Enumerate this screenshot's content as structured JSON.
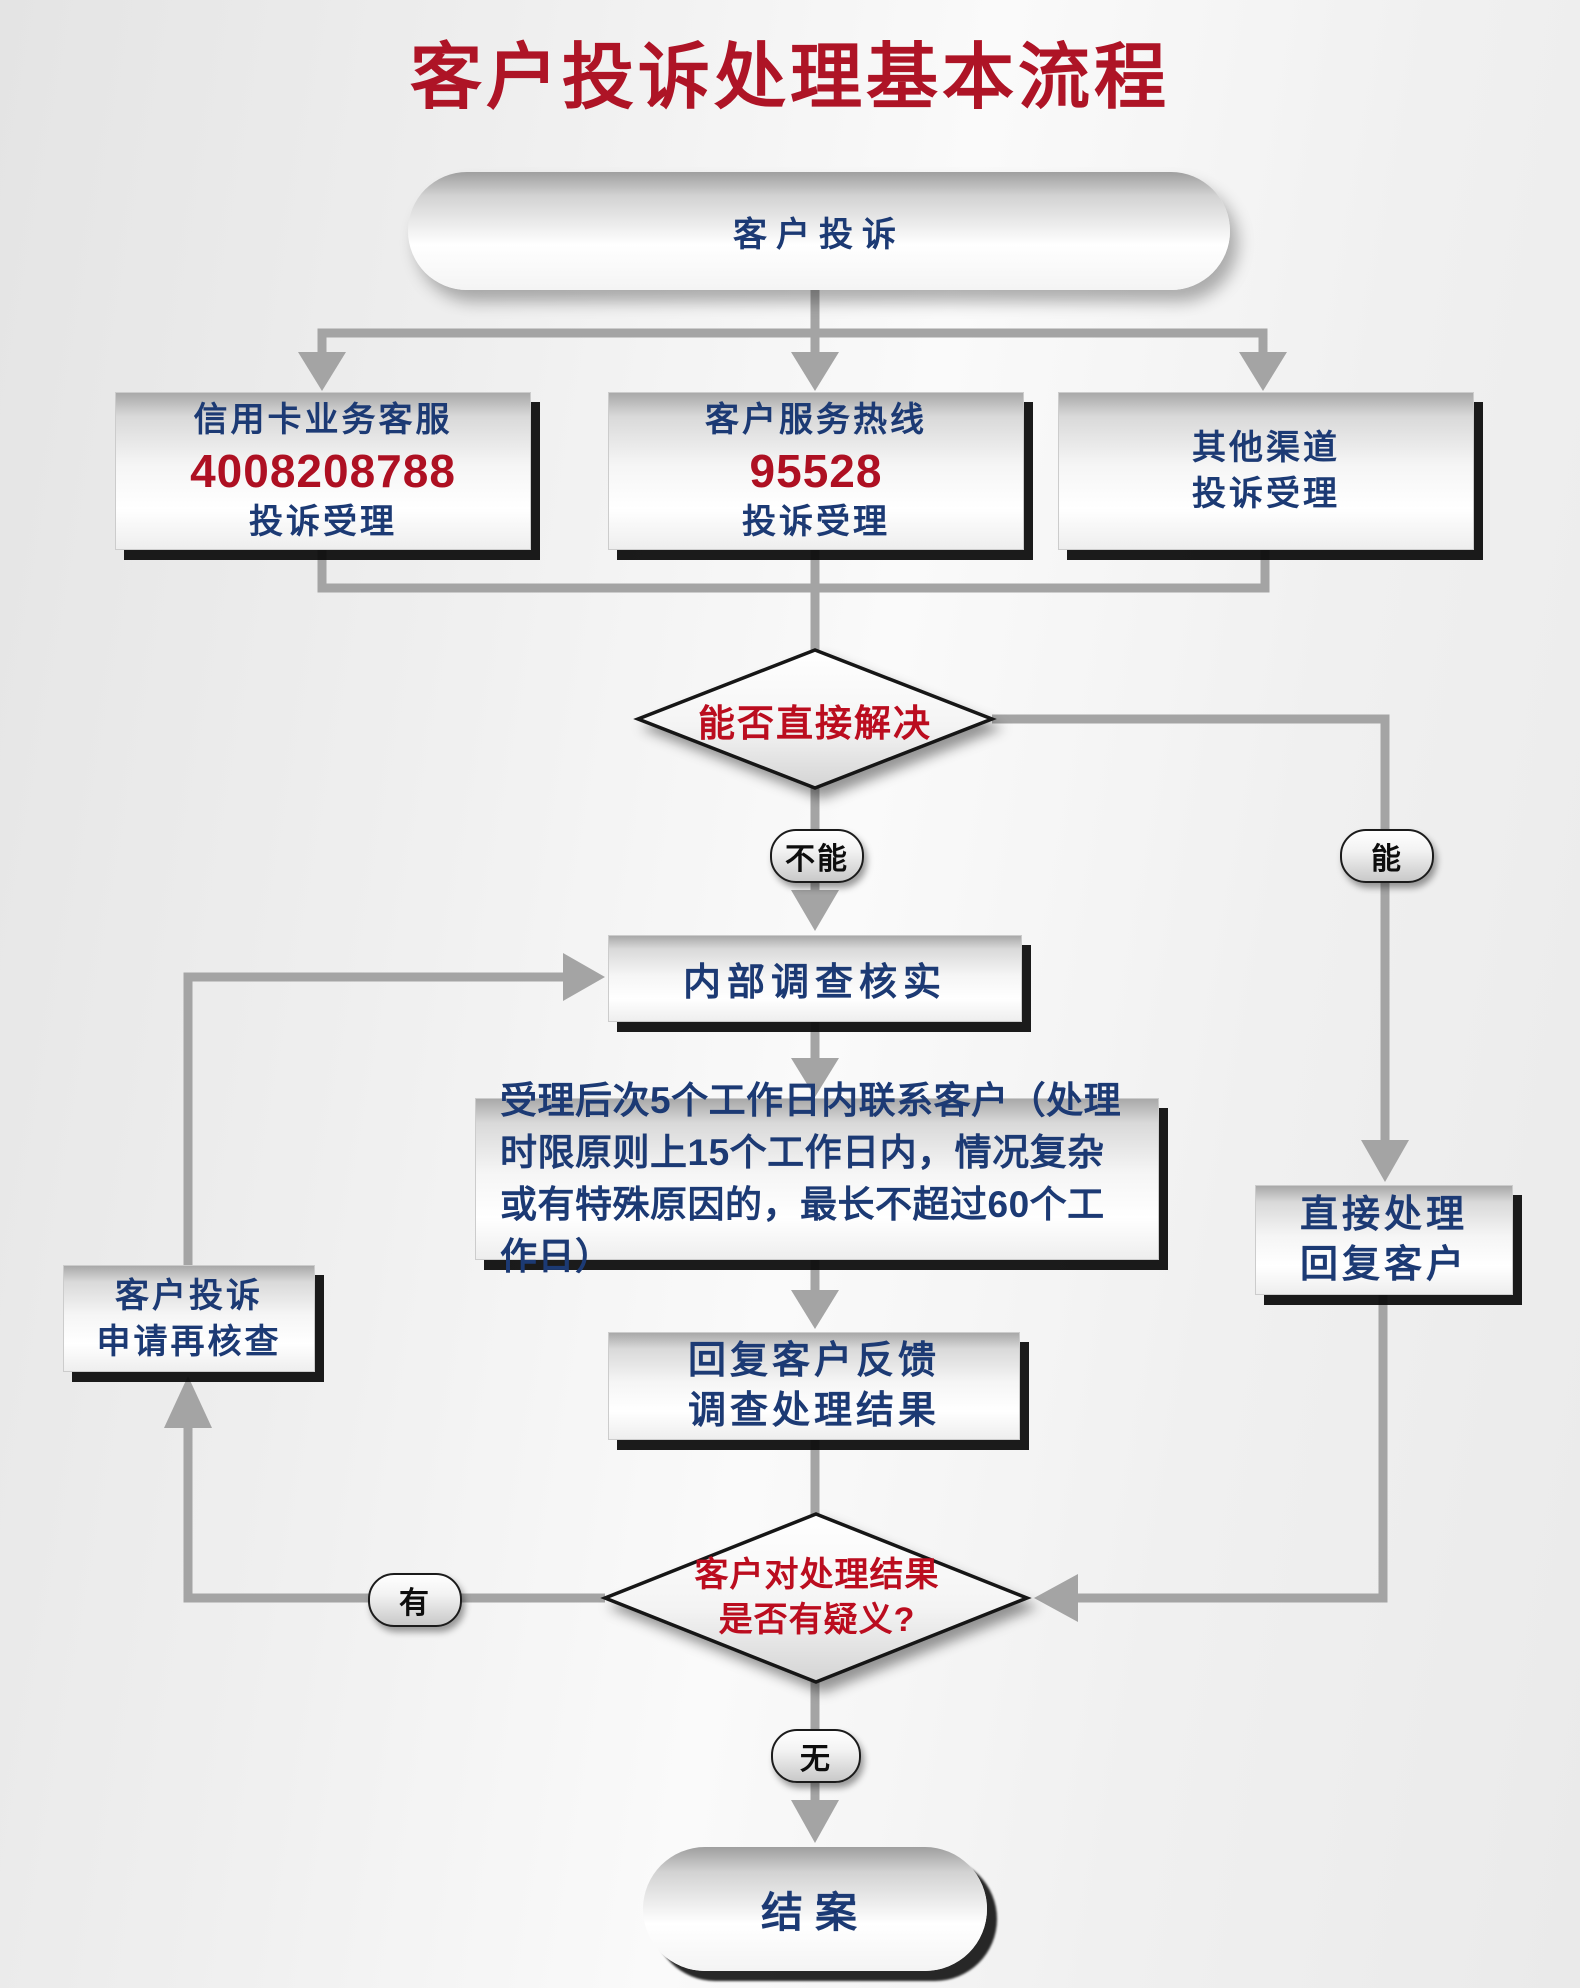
{
  "title": "客户投诉处理基本流程",
  "colors": {
    "title_red": "#ae1426",
    "text_navy": "#1c3a74",
    "number_red": "#ae1022",
    "decision_red": "#bb0d1f",
    "arrow_gray": "#a4a4a4"
  },
  "flow": {
    "start": "客户投诉",
    "channels": [
      {
        "line1": "信用卡业务客服",
        "highlight": "4008208788",
        "line2": "投诉受理"
      },
      {
        "line1": "客户服务热线",
        "highlight": "95528",
        "line2": "投诉受理"
      },
      {
        "line1": "其他渠道",
        "line2": "投诉受理"
      }
    ],
    "decision1": "能否直接解决",
    "branch_cannot": "不能",
    "branch_can": "能",
    "internal_check": "内部调查核实",
    "contact_policy": "受理后次5个工作日内联系客户（处理时限原则上15个工作日内，情况复杂或有特殊原因的，最长不超过60个工作日）",
    "recheck_line1": "客户投诉",
    "recheck_line2": "申请再核查",
    "reply_line1": "回复客户反馈",
    "reply_line2": "调查处理结果",
    "direct_line1": "直接处理",
    "direct_line2": "回复客户",
    "decision2_line1": "客户对处理结果",
    "decision2_line2": "是否有疑义?",
    "branch_has": "有",
    "branch_none": "无",
    "end": "结案"
  }
}
